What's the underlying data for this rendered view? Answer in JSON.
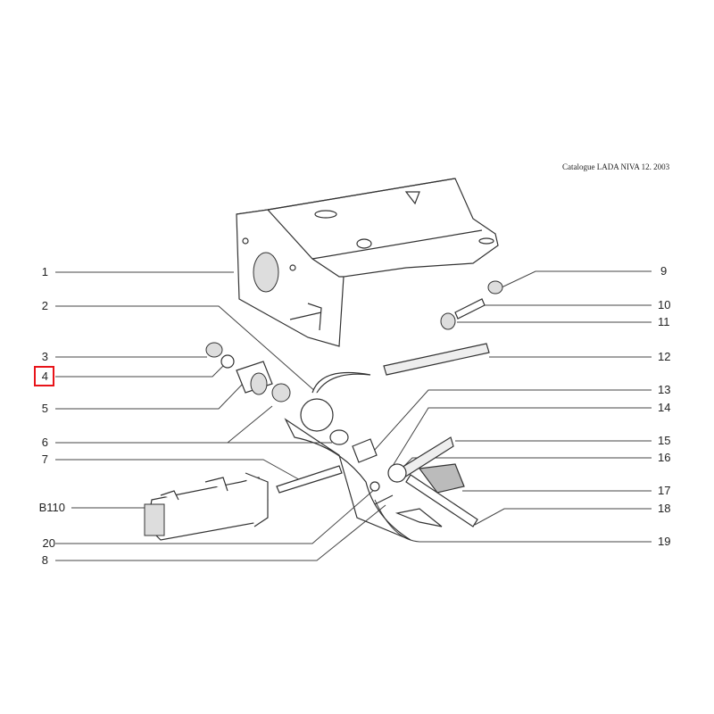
{
  "catalog_title": "Catalogue LADA NIVA 12. 2003",
  "highlighted_callout": "4",
  "highlight_color": "#e8141a",
  "callouts_left": [
    "1",
    "2",
    "3",
    "4",
    "5",
    "6",
    "7",
    "B110",
    "20",
    "8"
  ],
  "callouts_right": [
    "9",
    "10",
    "11",
    "12",
    "13",
    "14",
    "15",
    "16",
    "17",
    "18",
    "19"
  ]
}
